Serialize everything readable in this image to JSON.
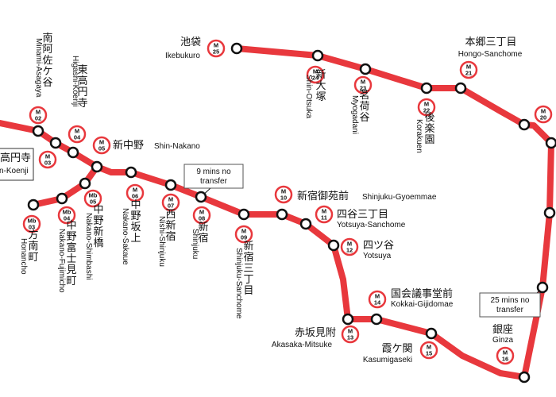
{
  "line_color": "#e8383d",
  "marker_border_color": "#e8383d",
  "stations": [
    {
      "id": "m25",
      "name_jp": "池袋",
      "name_en": "Ikebukuro",
      "code_a": "M",
      "code_b": "25"
    },
    {
      "id": "m24",
      "name_jp": "新大塚",
      "name_en": "Shin-Otsuka",
      "code_a": "M",
      "code_b": "24"
    },
    {
      "id": "m23",
      "name_jp": "茗荷谷",
      "name_en": "Myogadani",
      "code_a": "M",
      "code_b": "23"
    },
    {
      "id": "m22",
      "name_jp": "後楽園",
      "name_en": "Korakuen",
      "code_a": "M",
      "code_b": "22"
    },
    {
      "id": "m21",
      "name_jp": "本郷三丁目",
      "name_en": "Hongo-Sanchome",
      "code_a": "M",
      "code_b": "21"
    },
    {
      "id": "m20",
      "name_jp": "",
      "name_en": "",
      "code_a": "M",
      "code_b": "20"
    },
    {
      "id": "m02",
      "name_jp": "南阿佐ケ谷",
      "name_en": "Minami-Asagaya",
      "code_a": "M",
      "code_b": "02"
    },
    {
      "id": "m03",
      "name_jp": "高円寺",
      "name_en": "n-Koenji",
      "code_a": "M",
      "code_b": "03"
    },
    {
      "id": "m04",
      "name_jp": "東高円寺",
      "name_en": "Higashi-Koenji",
      "code_a": "M",
      "code_b": "04"
    },
    {
      "id": "m05",
      "name_jp": "新中野",
      "name_en": "Shin-Nakano",
      "code_a": "M",
      "code_b": "05"
    },
    {
      "id": "m06",
      "name_jp": "中野坂上",
      "name_en": "Nakano-Sakaue",
      "code_a": "M",
      "code_b": "06"
    },
    {
      "id": "m07",
      "name_jp": "西新宿",
      "name_en": "Nishi-Shinjuku",
      "code_a": "M",
      "code_b": "07"
    },
    {
      "id": "m08",
      "name_jp": "新宿",
      "name_en": "Shinjuku",
      "code_a": "M",
      "code_b": "08"
    },
    {
      "id": "m09",
      "name_jp": "新宿三丁目",
      "name_en": "Shinjuku-Sanchome",
      "code_a": "M",
      "code_b": "09"
    },
    {
      "id": "m10",
      "name_jp": "新宿御苑前",
      "name_en": "Shinjuku-Gyoemmae",
      "code_a": "M",
      "code_b": "10"
    },
    {
      "id": "m11",
      "name_jp": "四谷三丁目",
      "name_en": "Yotsuya-Sanchome",
      "code_a": "M",
      "code_b": "11"
    },
    {
      "id": "m12",
      "name_jp": "四ツ谷",
      "name_en": "Yotsuya",
      "code_a": "M",
      "code_b": "12"
    },
    {
      "id": "m13",
      "name_jp": "赤坂見附",
      "name_en": "Akasaka-Mitsuke",
      "code_a": "M",
      "code_b": "13"
    },
    {
      "id": "m14",
      "name_jp": "国会議事堂前",
      "name_en": "Kokkai-Gijidomae",
      "code_a": "M",
      "code_b": "14"
    },
    {
      "id": "m15",
      "name_jp": "霞ケ関",
      "name_en": "Kasumigaseki",
      "code_a": "M",
      "code_b": "15"
    },
    {
      "id": "m16",
      "name_jp": "銀座",
      "name_en": "Ginza",
      "code_a": "M",
      "code_b": "16"
    },
    {
      "id": "mb03",
      "name_jp": "方南町",
      "name_en": "Honancho",
      "code_a": "Mb",
      "code_b": "03"
    },
    {
      "id": "mb04",
      "name_jp": "中野富士見町",
      "name_en": "Nakano-Fujimicho",
      "code_a": "Mb",
      "code_b": "04"
    },
    {
      "id": "mb05",
      "name_jp": "中野新橋",
      "name_en": "Nakano-Shimbashi",
      "code_a": "Mb",
      "code_b": "05"
    }
  ],
  "notes": [
    {
      "id": "shinjuku",
      "line1": "9 mins no",
      "line2": "transfer"
    },
    {
      "id": "ginza",
      "line1": "25 mins no",
      "line2": "transfer"
    }
  ]
}
